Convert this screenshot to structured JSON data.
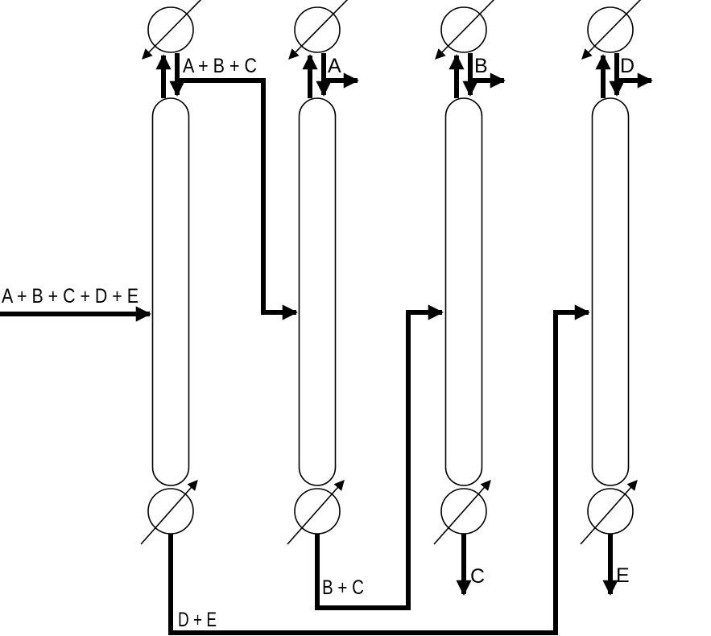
{
  "colors": {
    "line": "#000000",
    "background": "#ffffff"
  },
  "feed": {
    "label": "A + B + C + D + E"
  },
  "columns": [
    {
      "overhead_label": "A + B + C",
      "bottoms_label": "D + E"
    },
    {
      "overhead_label": "A",
      "bottoms_label": "B + C"
    },
    {
      "overhead_label": "B",
      "bottoms_label": "C"
    },
    {
      "overhead_label": "D",
      "bottoms_label": "E"
    }
  ]
}
